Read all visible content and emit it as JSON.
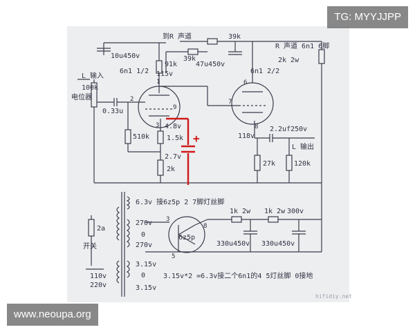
{
  "watermarks": {
    "top": "TG: MYYJJPP",
    "bottom": "www.neoupa.org"
  },
  "site_mark": "hifidiy.net",
  "labels": {
    "to_r": "到R 声道",
    "r39k_top": "39k",
    "r39k_mid": "39k",
    "cap47": "47u450v",
    "r_ch": "R 声道 6n1 6脚",
    "r2k2w": "2k 2w",
    "cap10": "10u450v",
    "r91k": "91k",
    "v115": "115v",
    "tube1": "6n1 1/2",
    "tube2": "6n1 2/2",
    "in_l": "L 输入",
    "pot": "100k",
    "pot_name": "电位器",
    "cap033": "0.33u",
    "pin1": "1",
    "pin2": "2",
    "pin3": "3",
    "pin6": "6",
    "pin7": "7",
    "pin8": "8",
    "pin9": "9",
    "v48": "4.8v",
    "r15k": "1.5k",
    "r510k": "510k",
    "v27": "2.7v",
    "r2k": "2k",
    "plus": "+",
    "v118": "118v",
    "cap22": "2.2uf250v",
    "out_l": "L 输出",
    "r27k": "27k",
    "r120k": "120k",
    "heater_note": "6.3v 接6z5p 2 7脚灯丝脚",
    "r1k2w_a": "1k 2w",
    "r1k2w_b": "1k 2w",
    "v300": "300v",
    "fuse": "2a",
    "switch": "开关",
    "t270a": "270v",
    "t0": "0",
    "t270b": "270v",
    "rect": "6z5p",
    "rp3": "3",
    "rp5": "5",
    "rp8": "8",
    "cap330a": "330u450v",
    "cap330b": "330u450v",
    "t315a": "3.15v",
    "t0b": "0",
    "t315b": "3.15v",
    "mains110": "110v",
    "mains220": "220v",
    "heater2": "3.15v*2 =6.3v接二个6n1的4 5灯丝脚 0接地"
  },
  "colors": {
    "paper": "#eceef0",
    "ink": "#3a3c4a",
    "red": "#d01818",
    "watermark_bg": "#6e6e6e"
  }
}
